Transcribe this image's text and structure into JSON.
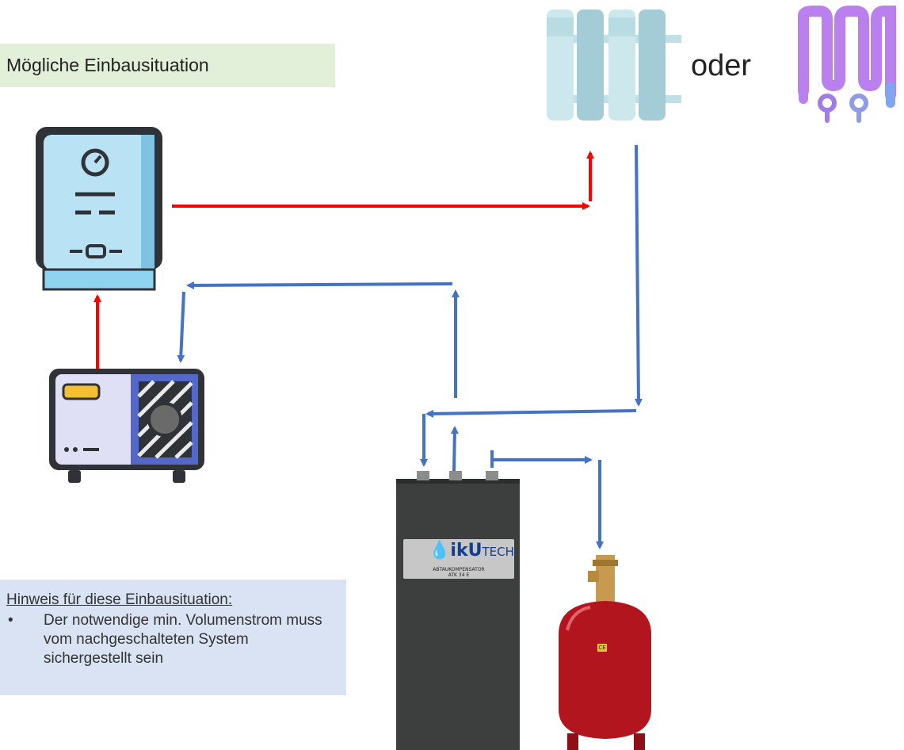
{
  "title": "Mögliche Einbausituation",
  "connector": "oder",
  "hint": {
    "heading": "Hinweis für diese Einbausituation:",
    "bullet": "•",
    "items": [
      "Der notwendige min. Volumenstrom muss vom nachgeschalteten System sichergestellt sein"
    ]
  },
  "device_label": {
    "brand_main": "ikU",
    "brand_sub": "TECH",
    "line1": "ABTAUKOMPENSATOR",
    "line2": "ATK 34 E"
  },
  "ce_label": "CE",
  "colors": {
    "supply_line": "#ff0000",
    "return_line": "#4472c4",
    "title_bg": "#e2efd9",
    "hint_bg": "#dae3f3",
    "tank": "#3a3d3c",
    "vessel": "#b5121b"
  },
  "icons": [
    "boiler-icon",
    "heat-pump-icon",
    "radiator-icon",
    "underfloor-heating-icon",
    "compensator-tank-icon",
    "expansion-vessel-icon"
  ]
}
